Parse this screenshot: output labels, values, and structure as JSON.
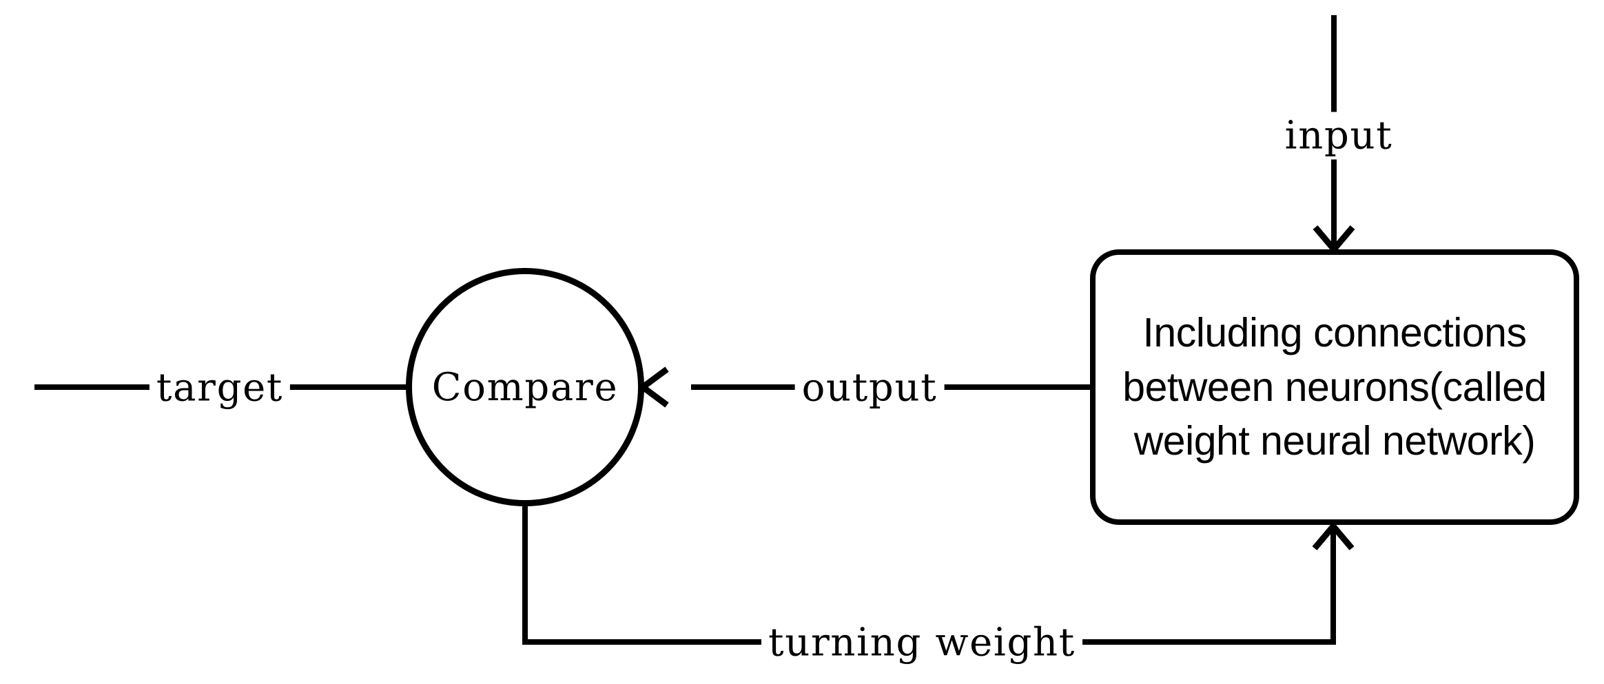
{
  "diagram": {
    "background_color": "#ffffff",
    "ink_color": "#000000",
    "nodes": {
      "compare": {
        "shape": "circle",
        "label": "Compare"
      },
      "neural_network": {
        "shape": "rounded-rectangle",
        "label": "Including connections\nbetween neurons(called\nweight neural network)"
      }
    },
    "edges": {
      "input": {
        "label": "input",
        "from": "top",
        "to": "neural_network"
      },
      "output": {
        "label": "output",
        "from": "neural_network",
        "to": "compare"
      },
      "target": {
        "label": "target",
        "from": "left",
        "to": "compare"
      },
      "turning_weight": {
        "label": "turning weight",
        "from": "compare",
        "to": "neural_network"
      }
    }
  }
}
